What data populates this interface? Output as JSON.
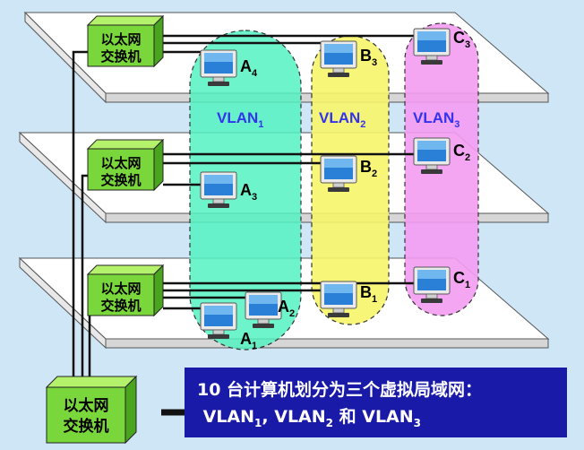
{
  "switch_label_line1": "以太网",
  "switch_label_line2": "交换机",
  "computers": {
    "A1": {
      "letter": "A",
      "sub": "1"
    },
    "A2": {
      "letter": "A",
      "sub": "2"
    },
    "A3": {
      "letter": "A",
      "sub": "3"
    },
    "A4": {
      "letter": "A",
      "sub": "4"
    },
    "B1": {
      "letter": "B",
      "sub": "1"
    },
    "B2": {
      "letter": "B",
      "sub": "2"
    },
    "B3": {
      "letter": "B",
      "sub": "3"
    },
    "C1": {
      "letter": "C",
      "sub": "1"
    },
    "C2": {
      "letter": "C",
      "sub": "2"
    },
    "C3": {
      "letter": "C",
      "sub": "3"
    }
  },
  "vlans": {
    "v1": {
      "text": "VLAN",
      "sub": "1",
      "color": "#55f2c2"
    },
    "v2": {
      "text": "VLAN",
      "sub": "2",
      "color": "#f7f56a"
    },
    "v3": {
      "text": "VLAN",
      "sub": "3",
      "color": "#f49cf2"
    }
  },
  "caption": {
    "line1": "10 台计算机划分为三个虚拟局域网：",
    "line2_prefix": "VLAN",
    "line2_sub1": "1",
    "line2_sep1": ", VLAN",
    "line2_sub2": "2",
    "line2_sep2": " 和 VLAN",
    "line2_sub3": "3",
    "background": "#1a1aa8"
  }
}
